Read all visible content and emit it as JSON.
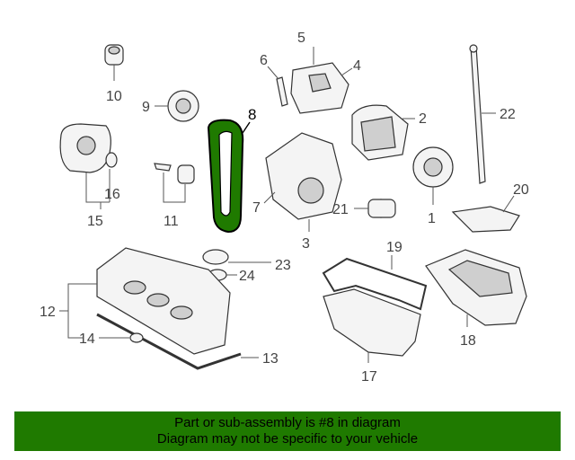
{
  "callouts": {
    "c1": "1",
    "c2": "2",
    "c3": "3",
    "c4": "4",
    "c5": "5",
    "c6": "6",
    "c7": "7",
    "c8": "8",
    "c9": "9",
    "c10": "10",
    "c11": "11",
    "c12": "12",
    "c13": "13",
    "c14": "14",
    "c15": "15",
    "c16": "16",
    "c17": "17",
    "c18": "18",
    "c19": "19",
    "c20": "20",
    "c21": "21",
    "c22": "22",
    "c23": "23",
    "c24": "24"
  },
  "highlight": {
    "part": "8",
    "color": "#1f7a00"
  },
  "banner": {
    "line1": "Part or sub-assembly is #8 in diagram",
    "line2": "Diagram may not be specific to your vehicle",
    "background": "#1f7a00"
  }
}
